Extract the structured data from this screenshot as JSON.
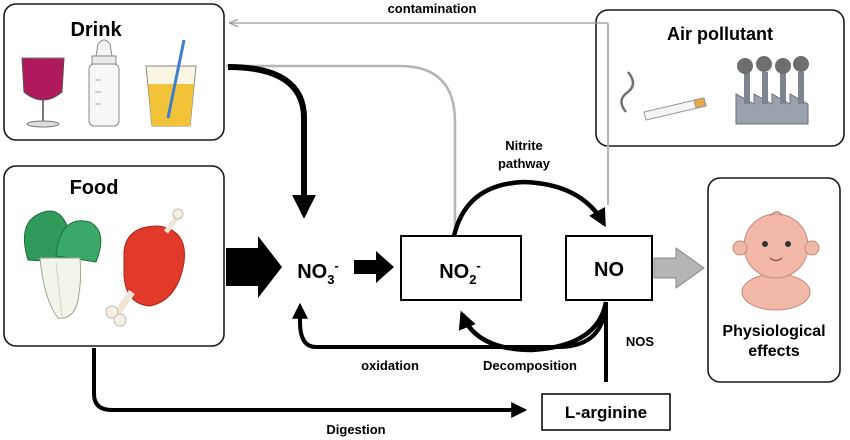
{
  "sources": {
    "drink": "Drink",
    "food": "Food",
    "air": "Air pollutant"
  },
  "nodes": {
    "nitrate": {
      "base": "NO",
      "sub": "3",
      "sup": "-"
    },
    "nitrite": {
      "base": "NO",
      "sub": "2",
      "sup": "-"
    },
    "no": "NO",
    "arginine": "L-arginine",
    "effects_line1": "Physiological",
    "effects_line2": "effects"
  },
  "edges": {
    "contamination": "contamination",
    "nitrite_pathway_1": "Nitrite",
    "nitrite_pathway_2": "pathway",
    "oxidation": "oxidation",
    "decomposition": "Decomposition",
    "nos": "NOS",
    "digestion": "Digestion"
  },
  "colors": {
    "wine": "#b01a5c",
    "juice": "#f2c238",
    "straw": "#3a7fd0",
    "leaf": "#2f9a5a",
    "meat": "#e23a2a",
    "baby": "#f2b9a8",
    "arrow_gray": "#b5b5b5",
    "smoke": "#6e6e6e"
  }
}
